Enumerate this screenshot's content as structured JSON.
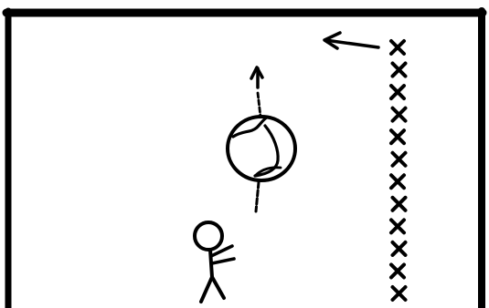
{
  "scene": {
    "ink_color": "#000000",
    "background_color": "#ffffff",
    "elements": {
      "frame": "panel-frame",
      "figure": "stick-figure",
      "ball": "tennis-ball",
      "ball_motion": [
        "up-arrow-icon",
        "down-dashed-trail"
      ],
      "row_marker": "x-mark",
      "row_marker_count": 12,
      "pointer": "left-arrow-icon"
    }
  }
}
